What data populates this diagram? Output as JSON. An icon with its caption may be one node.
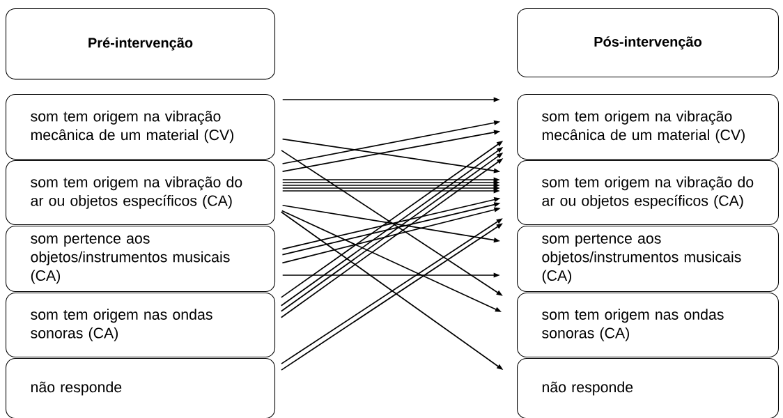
{
  "diagram": {
    "nodes": [
      {
        "text": [
          "Pré-intervenção"
        ]
      },
      {
        "text": [
          "som tem origem na vibração mecânica de um material (CV)"
        ]
      },
      {
        "text": [
          "som tem origem na vibração do ar ou objetos específicos (CA)"
        ]
      },
      {
        "text": [
          "som pertence aos objetos/instrumentos musicais (CA)"
        ]
      },
      {
        "text": [
          "som tem origem nas ondas sonoras (CA)"
        ]
      },
      {
        "text": [
          "não responde"
        ]
      },
      {
        "text": [
          "Pós-intervenção"
        ]
      },
      {
        "text": [
          "som tem origem na vibração mecânica de um material (CV)"
        ]
      },
      {
        "text": [
          "som tem origem na vibração do ar ou objetos específicos (CA)"
        ]
      },
      {
        "text": [
          "som pertence aos objetos/instrumentos musicais (CA)"
        ]
      },
      {
        "text": [
          "som tem origem nas ondas sonoras (CA)"
        ]
      },
      {
        "text": [
          "não responde"
        ]
      }
    ],
    "edges": [
      {
        "from": 1,
        "to": 7,
        "arrow": "to"
      },
      {
        "from": 2,
        "to": 7,
        "arrow": "to"
      },
      {
        "from": 2,
        "to": 7,
        "arrow": "to"
      },
      {
        "from": 1,
        "to": 8,
        "arrow": "to"
      },
      {
        "from": 1,
        "to": 10,
        "arrow": "to"
      },
      {
        "from": 2,
        "to": 8,
        "arrow": "to"
      },
      {
        "from": 2,
        "to": 8,
        "arrow": "to"
      },
      {
        "from": 2,
        "to": 8,
        "arrow": "to"
      },
      {
        "from": 2,
        "to": 8,
        "arrow": "to"
      },
      {
        "from": 2,
        "to": 8,
        "arrow": "to"
      },
      {
        "from": 2,
        "to": 9,
        "arrow": "to"
      },
      {
        "from": 2,
        "to": 10,
        "arrow": "to"
      },
      {
        "from": 2,
        "to": 11,
        "arrow": "to"
      },
      {
        "from": 3,
        "to": 8,
        "arrow": "to"
      },
      {
        "from": 3,
        "to": 8,
        "arrow": "to"
      },
      {
        "from": 3,
        "to": 8,
        "arrow": "to"
      },
      {
        "from": 3,
        "to": 9,
        "arrow": "to"
      },
      {
        "from": 4,
        "to": 7,
        "arrow": "to"
      },
      {
        "from": 4,
        "to": 7,
        "arrow": "to"
      },
      {
        "from": 4,
        "to": 7,
        "arrow": "to"
      },
      {
        "from": 4,
        "to": 7,
        "arrow": "to"
      },
      {
        "from": 5,
        "to": 8,
        "arrow": "to"
      },
      {
        "from": 5,
        "to": 8,
        "arrow": "to"
      }
    ]
  }
}
